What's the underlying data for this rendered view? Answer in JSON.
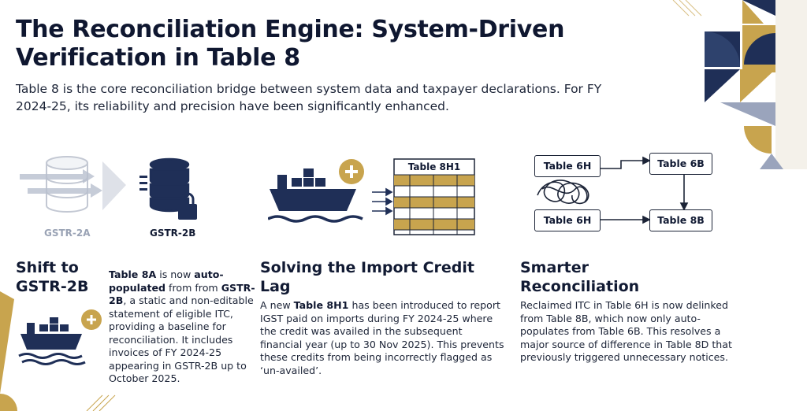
{
  "title": "The Reconciliation Engine: System-Driven Verification in Table 8",
  "intro": "Table 8 is the core reconciliation bridge between system data and taxpayer declarations. For FY 2024-25, its reliability and precision have been significantly enhanced.",
  "colors": {
    "navy": "#1f2f57",
    "gold": "#c8a44e",
    "cream": "#f3ecd9",
    "text": "#1c2437"
  },
  "sections": [
    {
      "heading": "Shift to GSTR-2B",
      "labels": {
        "old": "GSTR-2A",
        "new": "GSTR-2B"
      },
      "parts": [
        "Table 8A",
        " is now ",
        "auto-populated",
        " from ",
        "from ",
        "GSTR-2B",
        ", a static and non-editable statement of eligible ITC, providing a baseline for reconciliation. It includes invoices of FY 2024-25 appearing in GSTR-2B up to October 2025."
      ]
    },
    {
      "heading": "Solving the Import Credit Lag",
      "table_label": "Table 8H1",
      "parts": [
        "A new ",
        "Table 8H1",
        " has been introduced to report IGST paid on imports during FY 2024-25 where the credit was availed in the subsequent financial year (up to 30 Nov 2025). This prevents these credits from being incorrectly flagged as ‘un-availed’."
      ]
    },
    {
      "heading": "Smarter Reconciliation",
      "nodes": {
        "top_left": "Table 6H",
        "top_right": "Table 6B",
        "bottom_left": "Table 6H",
        "bottom_right": "Table 8B"
      },
      "text": "Reclaimed ITC in Table 6H is now delinked from Table 8B, which now only auto-populates from Table 6B. This resolves a major source of difference in Table 8D that previously triggered unnecessary notices."
    }
  ]
}
